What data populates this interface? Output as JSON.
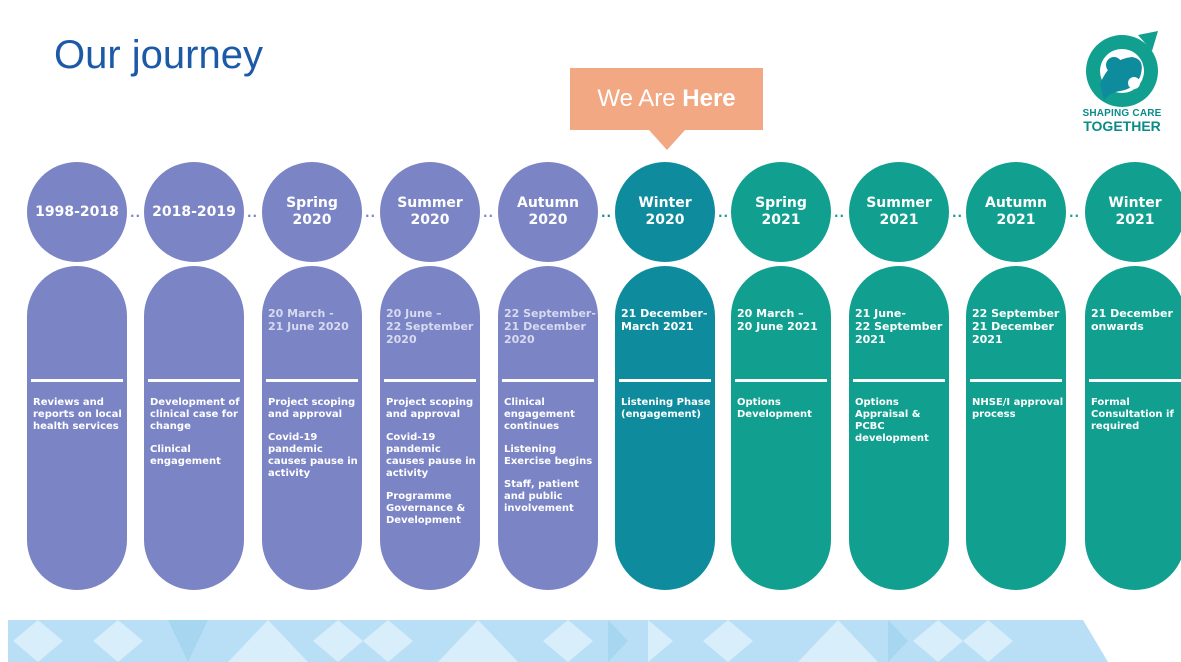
{
  "title": "Our journey",
  "logo": {
    "line1": "SHAPING CARE",
    "line2": "TOGETHER"
  },
  "marker": {
    "prefix": "We Are ",
    "bold": "Here"
  },
  "colors": {
    "purple": "#7b84c5",
    "teal_dark": "#0e8c9e",
    "teal": "#11a08f",
    "marker": "#f2a983",
    "title": "#1c5aa8",
    "banner": "#b8dff5"
  },
  "stages": [
    {
      "label": "1998-2018",
      "date": "",
      "items": [
        "Reviews and reports on local health services"
      ]
    },
    {
      "label": "2018-2019",
      "date": "",
      "items": [
        "Development of clinical case for change",
        "Clinical engagement"
      ]
    },
    {
      "label": "Spring\n2020",
      "date": "20 March -\n21 June 2020",
      "items": [
        "Project scoping and approval",
        "Covid-19 pandemic causes pause in activity"
      ]
    },
    {
      "label": "Summer\n2020",
      "date": "20 June –\n22 September\n2020",
      "items": [
        "Project scoping and approval",
        "Covid-19 pandemic causes pause in activity",
        "Programme Governance & Development"
      ]
    },
    {
      "label": "Autumn\n2020",
      "date": "22 September-\n21 December\n2020",
      "items": [
        "Clinical engagement continues",
        "Listening Exercise begins",
        "Staff, patient and public involvement"
      ]
    },
    {
      "label": "Winter\n2020",
      "date": "21 December-\nMarch 2021",
      "items": [
        "Listening Phase (engagement)"
      ]
    },
    {
      "label": "Spring\n2021",
      "date": "20 March –\n20 June 2021",
      "items": [
        "Options Development"
      ]
    },
    {
      "label": "Summer\n2021",
      "date": "21 June-\n22 September\n2021",
      "items": [
        "Options Appraisal & PCBC development"
      ]
    },
    {
      "label": "Autumn\n2021",
      "date": "22 September\n21 December\n2021",
      "items": [
        "NHSE/I approval process"
      ]
    },
    {
      "label": "Winter\n2021",
      "date": "21 December\nonwards",
      "items": [
        "Formal Consultation if required"
      ]
    }
  ]
}
